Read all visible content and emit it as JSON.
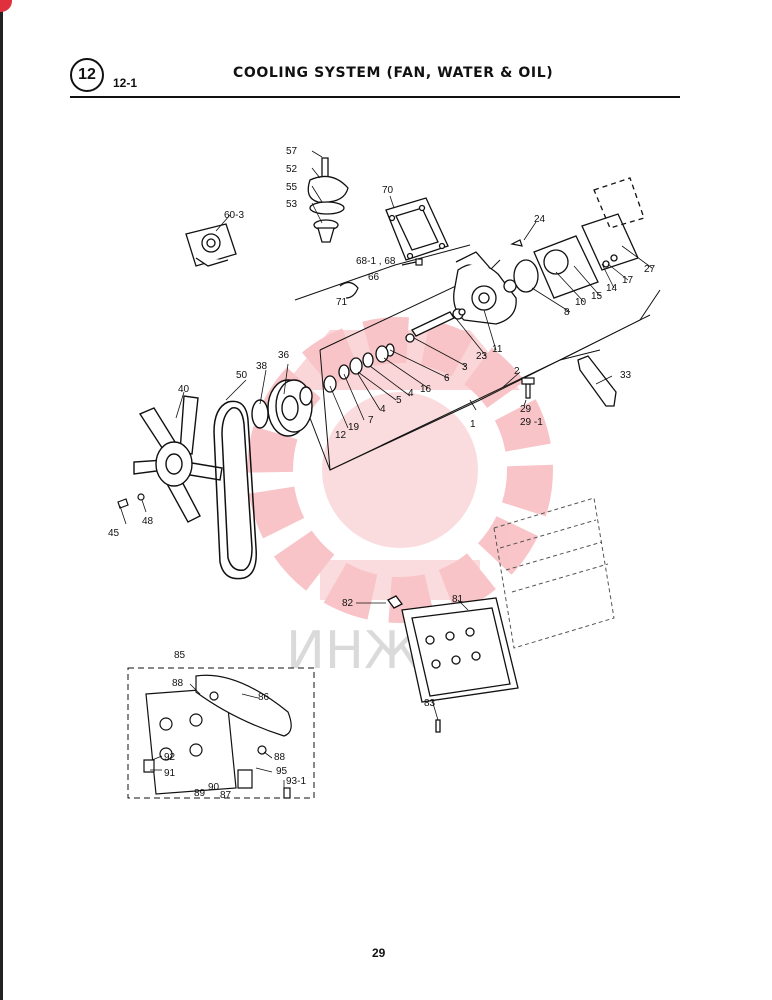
{
  "header": {
    "section_number": "12",
    "section_sub": "12-1",
    "title": "COOLING SYSTEM (FAN, WATER & OIL)"
  },
  "watermark": {
    "text": "ИНЖЕХ",
    "color": "#e8303a"
  },
  "callouts": {
    "c57": "57",
    "c52": "52",
    "c55": "55",
    "c53": "53",
    "c70": "70",
    "c60_3": "60-3",
    "c24": "24",
    "c68": "68-1 , 68",
    "c66": "66",
    "c71": "71",
    "c27": "27",
    "c17": "17",
    "c14": "14",
    "c15": "15",
    "c10": "10",
    "c8": "8",
    "c11": "11",
    "c23": "23",
    "c36": "36",
    "c38": "38",
    "c50": "50",
    "c40": "40",
    "c3": "3",
    "c6": "6",
    "c16": "16",
    "c2": "2",
    "c33": "33",
    "c4a": "4",
    "c5": "5",
    "c4b": "4",
    "c7": "7",
    "c19": "19",
    "c12": "12",
    "c29": "29",
    "c29_1": "29 -1",
    "c1": "1",
    "c45": "45",
    "c48": "48",
    "c82": "82",
    "c81": "81",
    "c83": "83",
    "c85": "85",
    "c88a": "88",
    "c86": "86",
    "c92": "92",
    "c91": "91",
    "c88b": "88",
    "c95": "95",
    "c93_1": "93-1",
    "c89": "89",
    "c90": "90",
    "c87": "87"
  },
  "footer": {
    "page_number": "29"
  }
}
